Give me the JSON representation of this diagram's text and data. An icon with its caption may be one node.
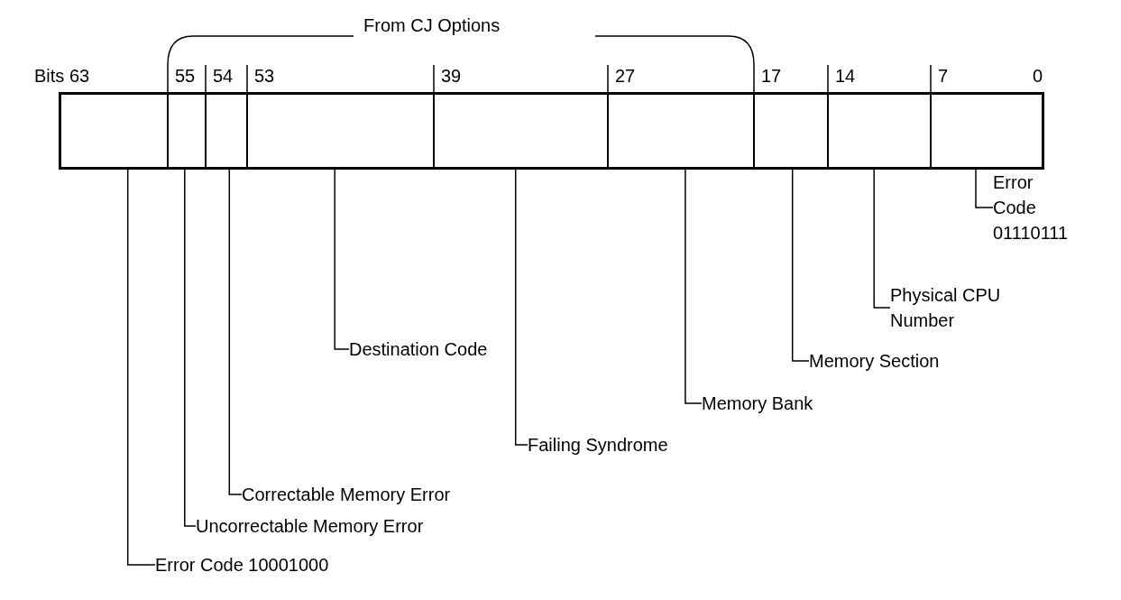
{
  "diagram": {
    "nodes": [
      {
        "text": [],
        "shape": "bar"
      },
      {
        "text": [],
        "shape": "box",
        "in": 0
      },
      {
        "text": [],
        "shape": "box",
        "in": 0
      },
      {
        "text": [],
        "shape": "box",
        "in": 0
      },
      {
        "text": [],
        "shape": "box",
        "in": 0
      },
      {
        "text": [],
        "shape": "box",
        "in": 0
      },
      {
        "text": [],
        "shape": "box",
        "in": 0
      },
      {
        "text": [],
        "shape": "box",
        "in": 0
      },
      {
        "text": [],
        "shape": "box",
        "in": 0
      },
      {
        "text": [],
        "shape": "box",
        "in": 0
      },
      {
        "text": [
          "Error Code 01110111"
        ]
      },
      {
        "text": [
          "Physical CPU Number"
        ]
      },
      {
        "text": [
          "Memory Section"
        ]
      },
      {
        "text": [
          "Memory Bank"
        ]
      },
      {
        "text": [
          "Failing Syndrome"
        ]
      },
      {
        "text": [
          "Destination Code"
        ]
      },
      {
        "text": [
          "Correctable Memory Error"
        ]
      },
      {
        "text": [
          "Uncorrectable Memory Error"
        ]
      },
      {
        "text": [
          "Error Code 10001000"
        ]
      }
    ],
    "edges": [
      {
        "from": 10,
        "to": 9,
        "arrow": "none"
      },
      {
        "from": 11,
        "to": 8,
        "arrow": "none"
      },
      {
        "from": 12,
        "to": 7,
        "arrow": "none"
      },
      {
        "from": 13,
        "to": 6,
        "arrow": "none"
      },
      {
        "from": 14,
        "to": 5,
        "arrow": "none"
      },
      {
        "from": 15,
        "to": 4,
        "arrow": "none"
      },
      {
        "from": 16,
        "to": 3,
        "arrow": "none"
      },
      {
        "from": 17,
        "to": 2,
        "arrow": "none"
      },
      {
        "from": 18,
        "to": 1,
        "arrow": "none"
      }
    ],
    "labels": [
      "From CJ Options",
      "Bits 63",
      "55",
      "54",
      "53",
      "39",
      "27",
      "17",
      "14",
      "7",
      "0"
    ]
  }
}
